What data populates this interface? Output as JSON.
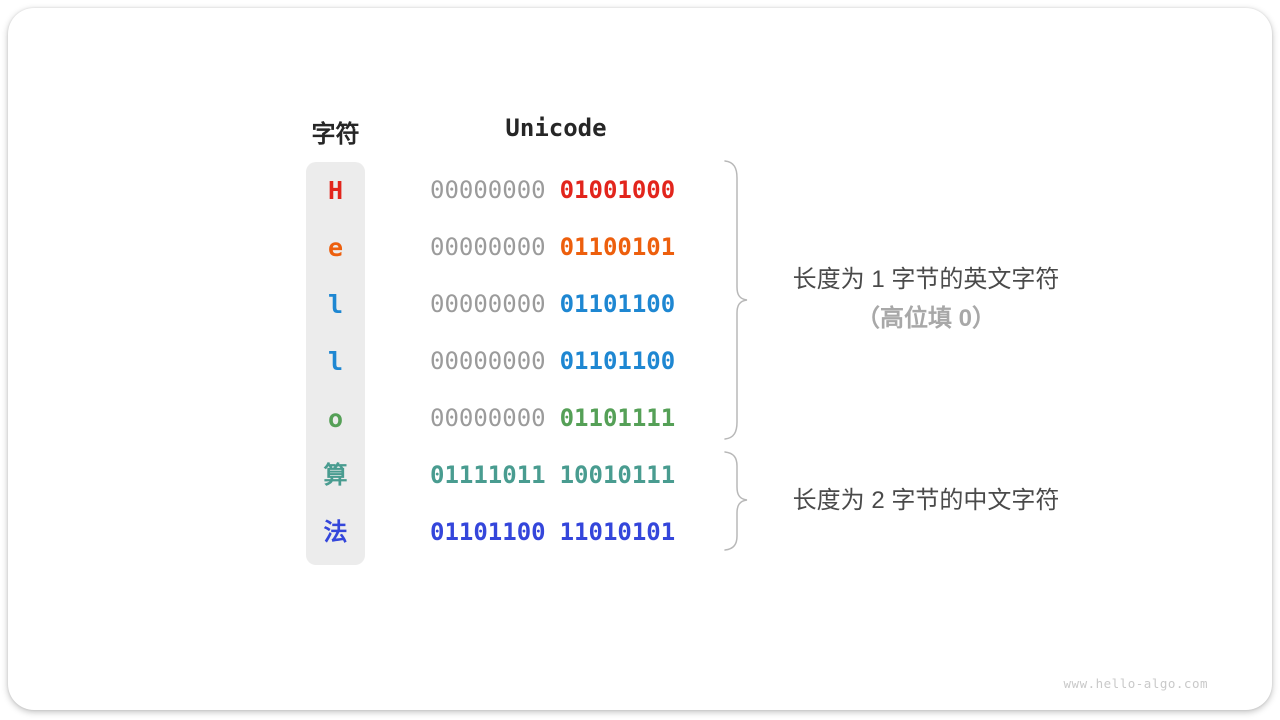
{
  "header": {
    "char_col": "字符",
    "unicode_col": "Unicode"
  },
  "table": {
    "rows": [
      {
        "char": "H",
        "color": "#e2251c",
        "high": "00000000",
        "high_color": "#9b9b9b",
        "low": "01001000",
        "low_color": "#e2251c"
      },
      {
        "char": "e",
        "color": "#ed5f0d",
        "high": "00000000",
        "high_color": "#9b9b9b",
        "low": "01100101",
        "low_color": "#ed5f0d"
      },
      {
        "char": "l",
        "color": "#1e87d2",
        "high": "00000000",
        "high_color": "#9b9b9b",
        "low": "01101100",
        "low_color": "#1e87d2"
      },
      {
        "char": "l",
        "color": "#1e87d2",
        "high": "00000000",
        "high_color": "#9b9b9b",
        "low": "01101100",
        "low_color": "#1e87d2"
      },
      {
        "char": "o",
        "color": "#55a057",
        "high": "00000000",
        "high_color": "#9b9b9b",
        "low": "01101111",
        "low_color": "#55a057"
      },
      {
        "char": "算",
        "color": "#499c90",
        "high": "01111011",
        "high_color": "#499c90",
        "low": "10010111",
        "low_color": "#499c90"
      },
      {
        "char": "法",
        "color": "#3446db",
        "high": "01101100",
        "high_color": "#3446db",
        "low": "11010101",
        "low_color": "#3446db"
      }
    ]
  },
  "annotations": {
    "ascii": {
      "line1": "长度为 1 字节的英文字符",
      "line2": "（高位填 0）"
    },
    "chinese": {
      "line1": "长度为 2 字节的中文字符"
    }
  },
  "footer": {
    "watermark": "www.hello-algo.com"
  },
  "palette": {
    "dim_bits": "#9b9b9b",
    "column_bg": "#ececec",
    "brace": "#b8b8b8",
    "header_text": "#262626",
    "annotation_text": "#4a4a4a",
    "annotation_sub_text": "#a8a8a8"
  }
}
